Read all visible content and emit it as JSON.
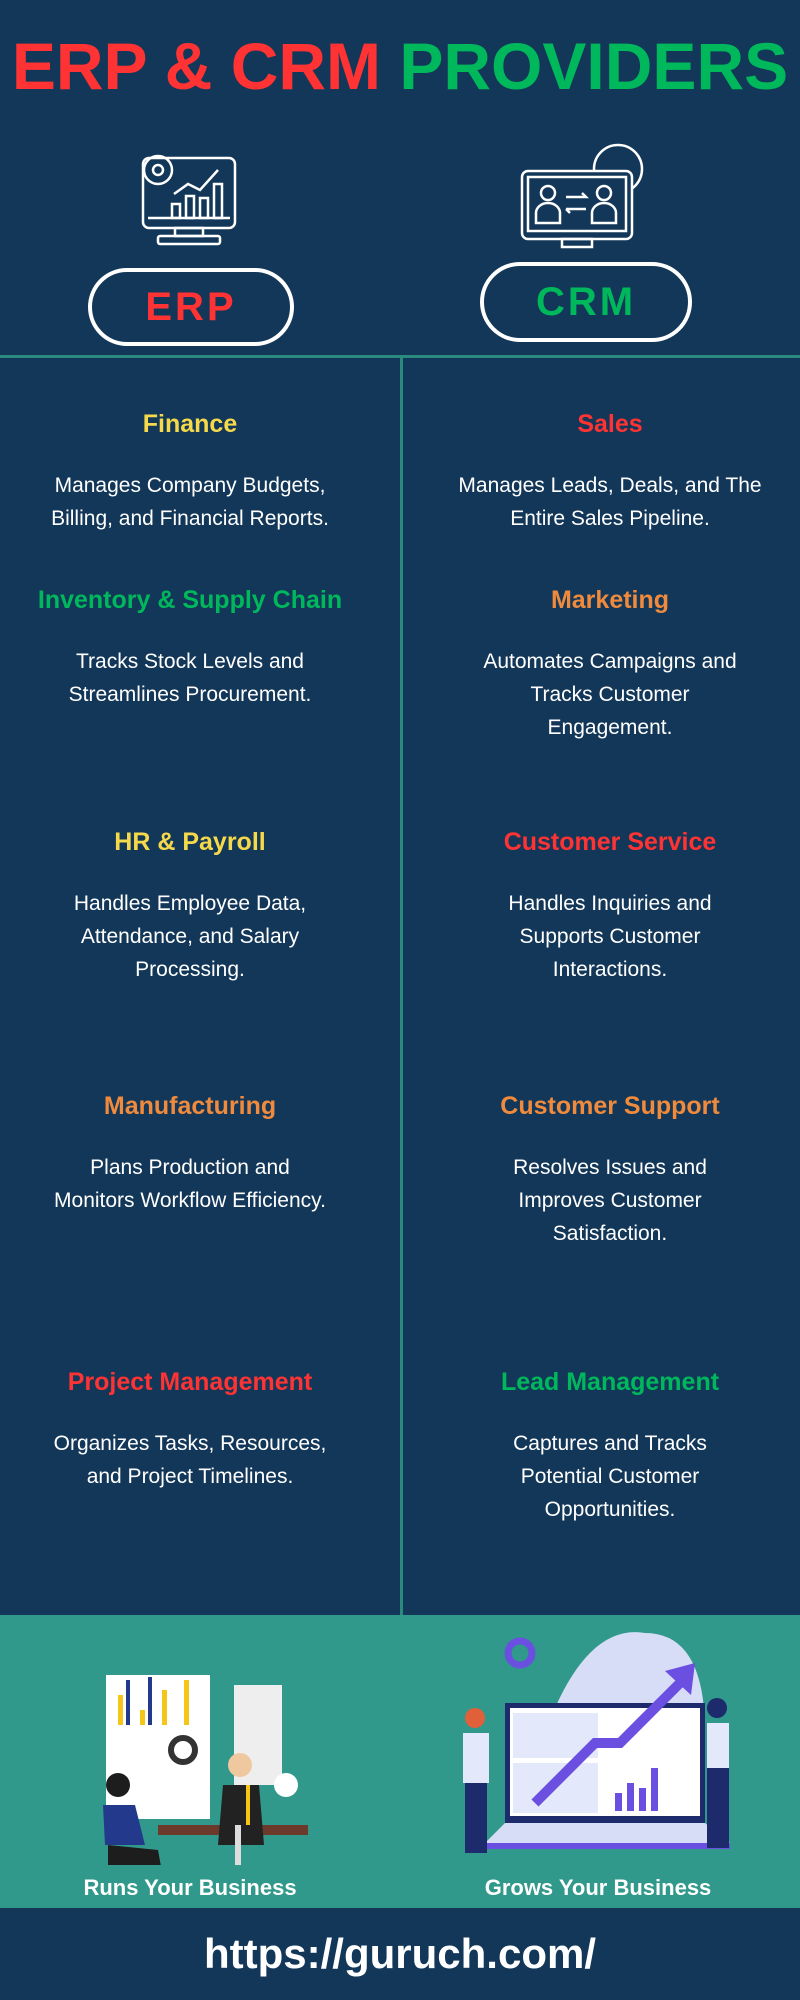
{
  "header": {
    "title_part1": "ERP & CRM",
    "title_part2": "PROVIDERS"
  },
  "colors": {
    "background": "#133758",
    "red": "#ff3333",
    "green": "#00b85c",
    "yellow": "#f5d94a",
    "orange": "#f08a3c",
    "teal": "#31998b"
  },
  "erp": {
    "label": "ERP",
    "icon": "monitor-chart-gear-icon",
    "caption": "Runs Your Business",
    "items": [
      {
        "title": "Finance",
        "desc": "Manages Company Budgets, Billing, and Financial Reports.",
        "color": "#f5d94a"
      },
      {
        "title": "Inventory & Supply Chain",
        "desc": "Tracks Stock Levels and Streamlines Procurement.",
        "color": "#00b85c"
      },
      {
        "title": "HR & Payroll",
        "desc": "Handles Employee Data, Attendance, and Salary Processing.",
        "color": "#f5d94a"
      },
      {
        "title": "Manufacturing",
        "desc": "Plans Production and Monitors Workflow Efficiency.",
        "color": "#f08a3c"
      },
      {
        "title": "Project Management",
        "desc": "Organizes Tasks, Resources, and Project Timelines.",
        "color": "#ff3333"
      }
    ]
  },
  "crm": {
    "label": "CRM",
    "icon": "monitor-people-exchange-icon",
    "caption": "Grows Your Business",
    "items": [
      {
        "title": "Sales",
        "desc": "Manages Leads, Deals, and The Entire Sales Pipeline.",
        "color": "#ff3333"
      },
      {
        "title": "Marketing",
        "desc": "Automates Campaigns and Tracks Customer Engagement.",
        "color": "#f08a3c"
      },
      {
        "title": "Customer Service",
        "desc": "Handles Inquiries and Supports Customer Interactions.",
        "color": "#ff3333"
      },
      {
        "title": "Customer Support",
        "desc": "Resolves Issues and Improves Customer Satisfaction.",
        "color": "#f08a3c"
      },
      {
        "title": "Lead Management",
        "desc": "Captures and Tracks Potential Customer Opportunities.",
        "color": "#00b85c"
      }
    ]
  },
  "footer": {
    "url": "https://guruch.com/"
  }
}
